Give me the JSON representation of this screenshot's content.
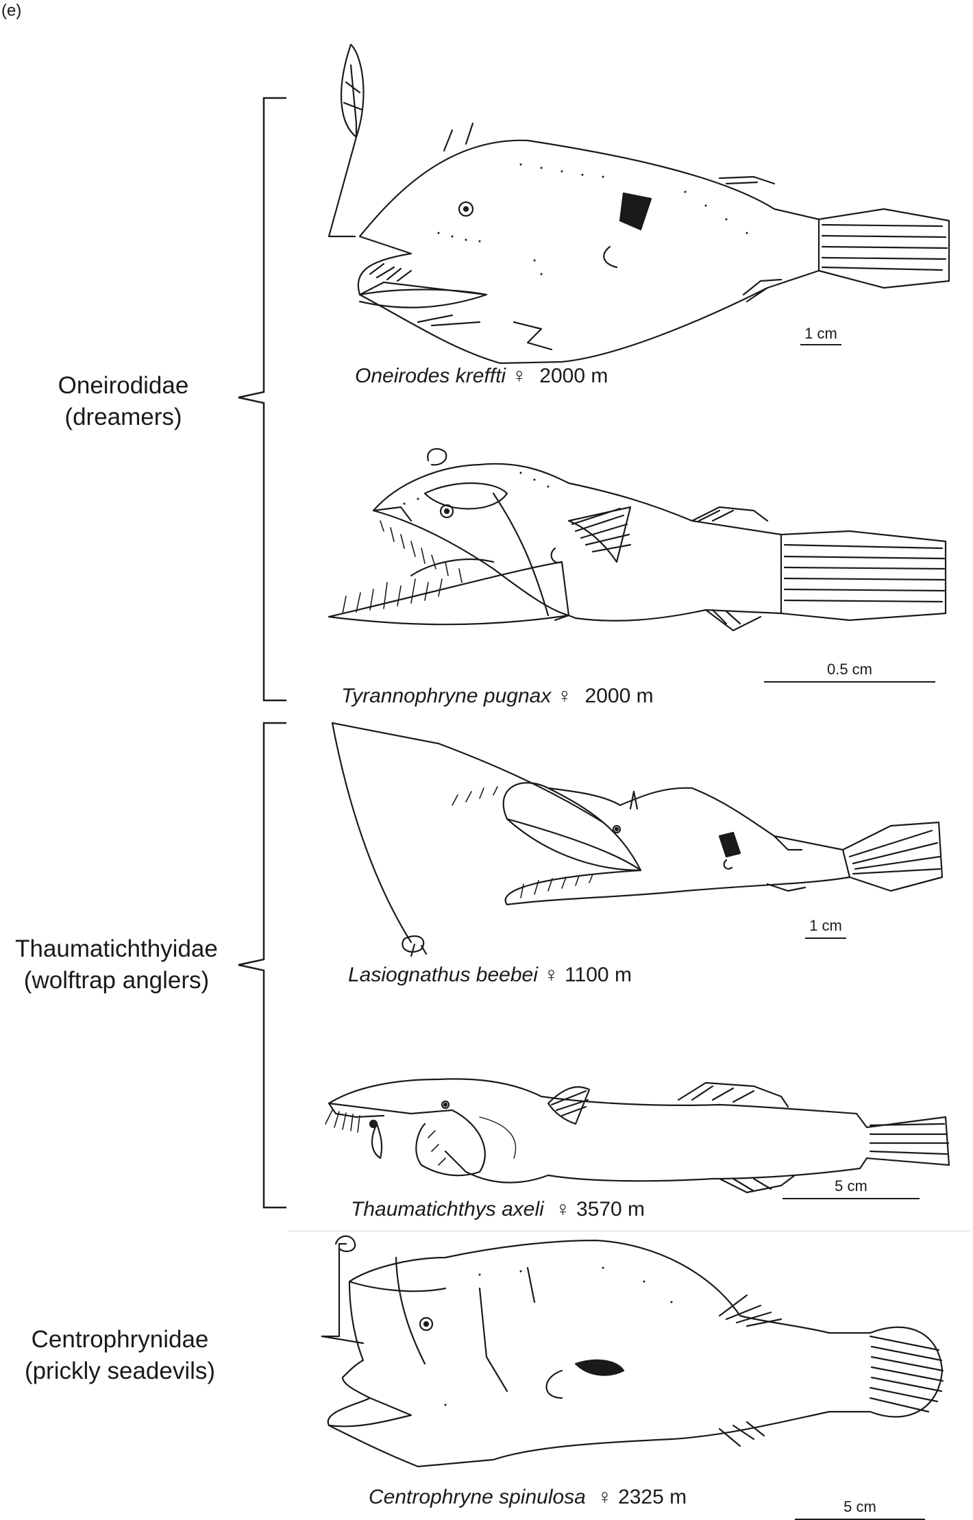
{
  "panel_label": "(e)",
  "families": [
    {
      "name": "Oneirodidae",
      "common": "(dreamers)"
    },
    {
      "name": "Thaumatichthyidae",
      "common": "(wolftrap anglers)"
    },
    {
      "name": "Centrophrynidae",
      "common": "(prickly seadevils)"
    }
  ],
  "specimens": [
    {
      "species": "Oneirodes kreffti",
      "sex": "♀",
      "depth": "2000  m",
      "scale": "1 cm"
    },
    {
      "species": "Tyrannophryne pugnax",
      "sex": "♀",
      "depth": "2000  m",
      "scale": "0.5 cm"
    },
    {
      "species": "Lasiognathus beebei",
      "sex": "♀",
      "depth": "1100  m",
      "scale": "1 cm"
    },
    {
      "species": "Thaumatichthys axeli",
      "sex": "♀",
      "depth": "3570  m",
      "scale": "5 cm"
    },
    {
      "species": "Centrophryne spinulosa",
      "sex": "♀",
      "depth": "2325  m",
      "scale": "5 cm"
    }
  ]
}
